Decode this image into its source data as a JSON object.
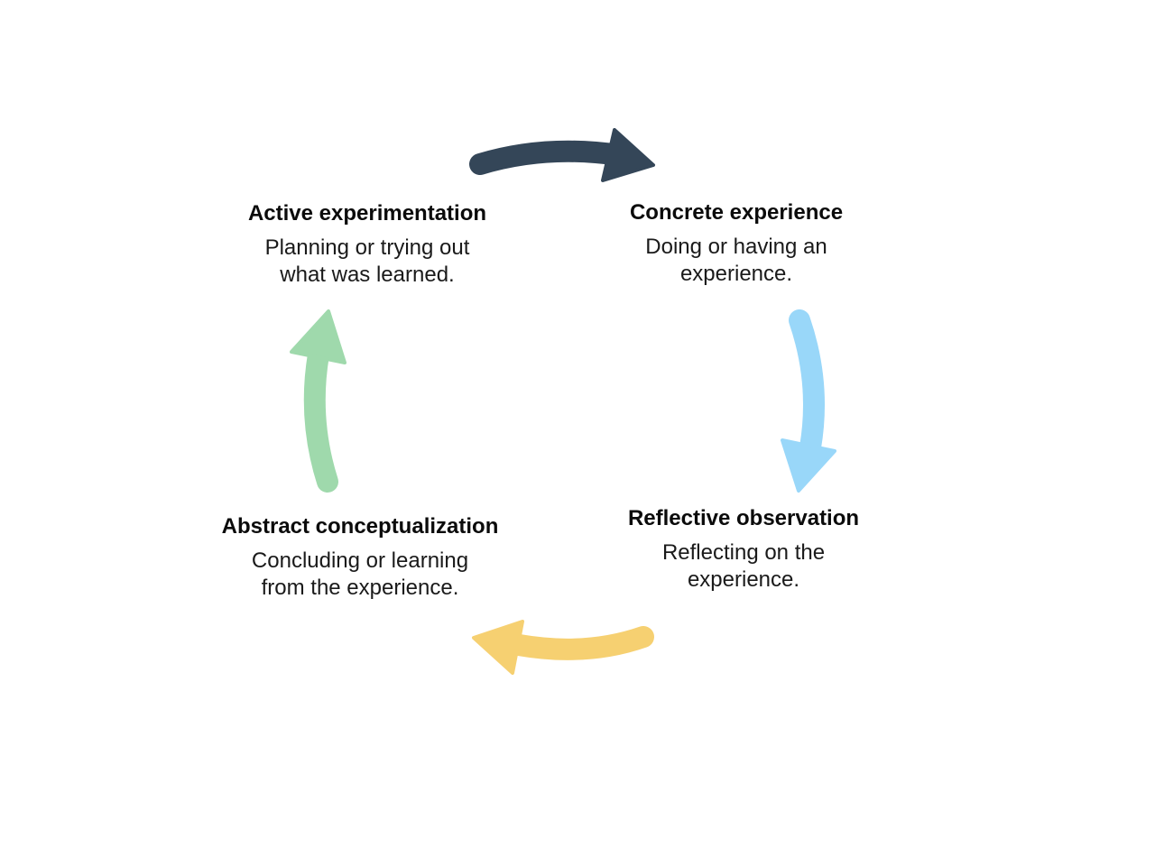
{
  "diagram": {
    "stages": [
      {
        "id": "concrete",
        "title": "Concrete experience",
        "description_lines": [
          "Doing or having an",
          "experience."
        ]
      },
      {
        "id": "reflective",
        "title": "Reflective observation",
        "description_lines": [
          "Reflecting on the",
          "experience."
        ]
      },
      {
        "id": "abstract",
        "title": "Abstract conceptualization",
        "description_lines": [
          "Concluding or learning",
          "from the experience."
        ]
      },
      {
        "id": "active",
        "title": "Active experimentation",
        "description_lines": [
          "Planning or trying out",
          "what was learned."
        ]
      }
    ],
    "arrows": [
      {
        "from": "active",
        "to": "concrete",
        "color": "#344658"
      },
      {
        "from": "concrete",
        "to": "reflective",
        "color": "#99d7f9"
      },
      {
        "from": "reflective",
        "to": "abstract",
        "color": "#f6d071"
      },
      {
        "from": "abstract",
        "to": "active",
        "color": "#9fd9ac"
      }
    ]
  }
}
